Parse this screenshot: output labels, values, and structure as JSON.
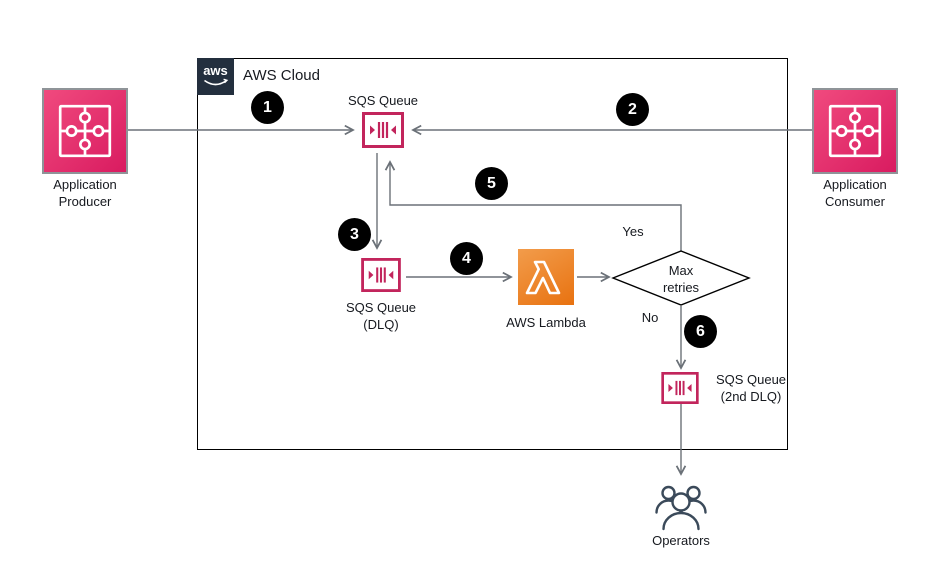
{
  "colors": {
    "sqs-pink": "#C2255C",
    "app-pink-light": "#F04A7E",
    "app-pink-dark": "#D91B60",
    "lambda-orange-light": "#F29C4B",
    "lambda-orange-dark": "#E87210",
    "aws-navy": "#232F3E",
    "line-gray": "#6B7178",
    "operators-slate": "#3B4A5A"
  },
  "aws_cloud": {
    "logo_text": "aws",
    "title": "AWS Cloud"
  },
  "nodes": {
    "producer": {
      "line1": "Application",
      "line2": "Producer"
    },
    "consumer": {
      "line1": "Application",
      "line2": "Consumer"
    },
    "sqs_main": {
      "label": "SQS Queue"
    },
    "sqs_dlq": {
      "line1": "SQS Queue",
      "line2": "(DLQ)"
    },
    "lambda": {
      "label": "AWS Lambda"
    },
    "decision": {
      "line1": "Max",
      "line2": "retries"
    },
    "sqs_dlq2": {
      "line1": "SQS Queue",
      "line2": "(2nd DLQ)"
    },
    "operators": {
      "label": "Operators"
    }
  },
  "edges": {
    "yes": "Yes",
    "no": "No"
  },
  "steps": [
    "1",
    "2",
    "3",
    "4",
    "5",
    "6"
  ]
}
